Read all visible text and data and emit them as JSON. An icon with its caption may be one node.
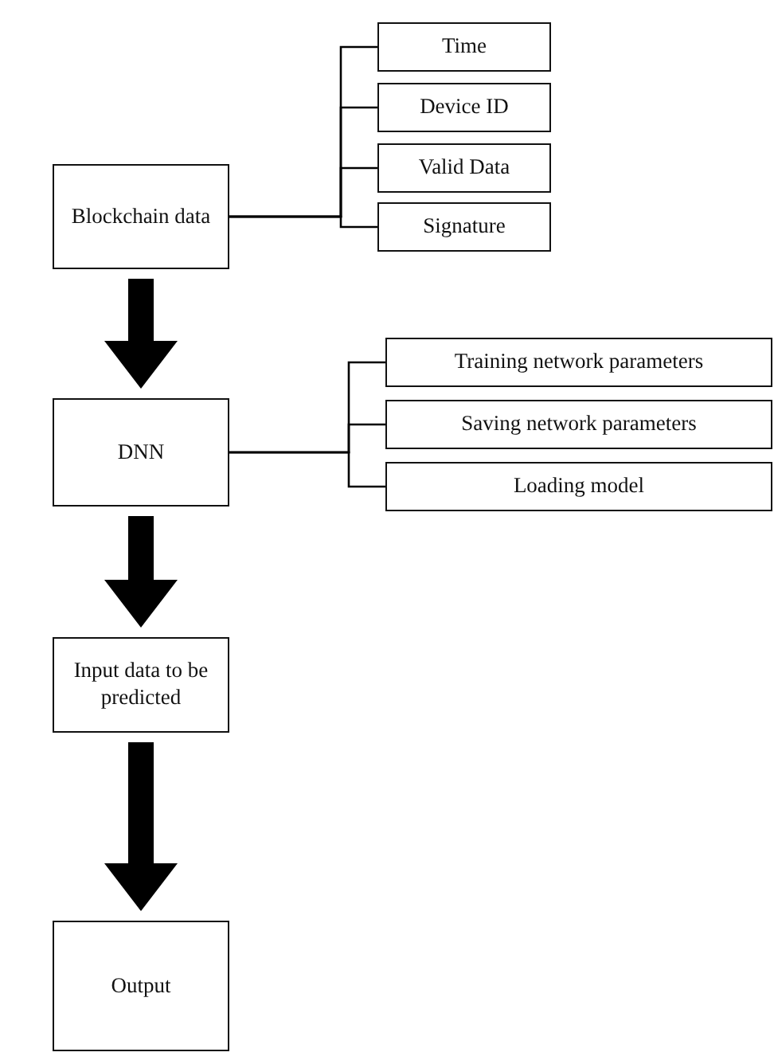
{
  "diagram": {
    "nodes": [
      {
        "text": [
          "Blockchain data"
        ]
      },
      {
        "text": [
          "Time"
        ]
      },
      {
        "text": [
          "Device ID"
        ]
      },
      {
        "text": [
          "Valid Data"
        ]
      },
      {
        "text": [
          "Signature"
        ]
      },
      {
        "text": [
          "DNN"
        ]
      },
      {
        "text": [
          "Training network parameters"
        ]
      },
      {
        "text": [
          "Saving network parameters"
        ]
      },
      {
        "text": [
          "Loading model"
        ]
      },
      {
        "text": [
          "Input data to be predicted"
        ]
      },
      {
        "text": [
          "Output"
        ]
      }
    ],
    "edges": [
      {
        "from": 0,
        "to": 1,
        "arrow": "none"
      },
      {
        "from": 0,
        "to": 2,
        "arrow": "none"
      },
      {
        "from": 0,
        "to": 3,
        "arrow": "none"
      },
      {
        "from": 0,
        "to": 4,
        "arrow": "none"
      },
      {
        "from": 0,
        "to": 5,
        "arrow": "to",
        "style": "thick"
      },
      {
        "from": 5,
        "to": 6,
        "arrow": "none"
      },
      {
        "from": 5,
        "to": 7,
        "arrow": "none"
      },
      {
        "from": 5,
        "to": 8,
        "arrow": "none"
      },
      {
        "from": 5,
        "to": 9,
        "arrow": "to",
        "style": "thick"
      },
      {
        "from": 9,
        "to": 10,
        "arrow": "to",
        "style": "thick"
      }
    ]
  }
}
